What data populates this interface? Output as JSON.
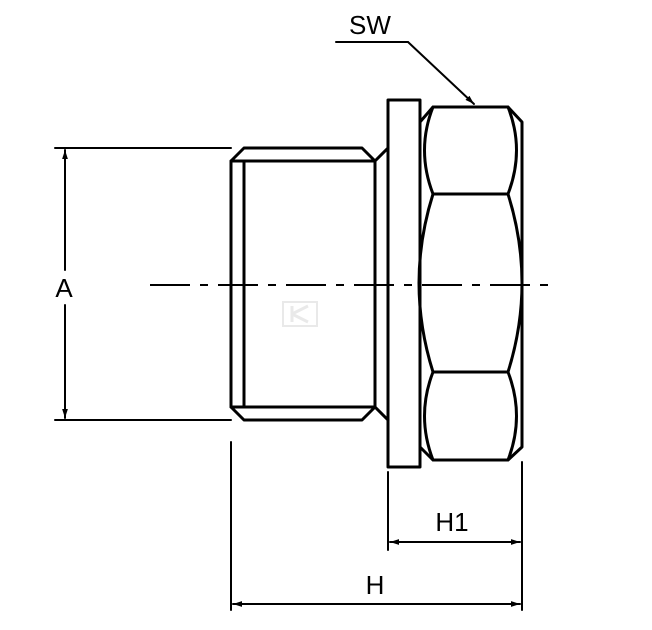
{
  "labels": {
    "sw": "SW",
    "a": "A",
    "h1": "H1",
    "h": "H"
  }
}
